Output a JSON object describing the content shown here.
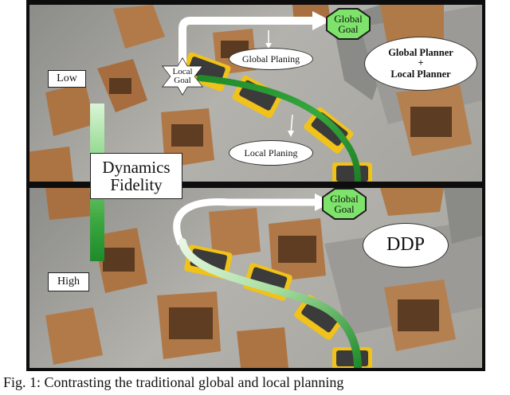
{
  "figure": {
    "top_panel": {
      "global_goal": [
        "Global",
        "Goal"
      ],
      "local_goal": [
        "Local",
        "Goal"
      ],
      "global_planning": "Global Planing",
      "local_planning": "Local Planing",
      "method_label": [
        "Global Planner",
        "+",
        "Local Planner"
      ]
    },
    "bottom_panel": {
      "global_goal": [
        "Global",
        "Goal"
      ],
      "method_label": "DDP"
    },
    "fidelity": {
      "low": "Low",
      "high": "High",
      "title": [
        "Dynamics",
        "Fidelity"
      ]
    }
  },
  "caption": "Fig. 1: Contrasting the traditional global and local planning",
  "colors": {
    "goal_green": "#7ee36b",
    "trajectory_dark": "#1e8a2a",
    "trajectory_light": "#d9f5d6"
  }
}
